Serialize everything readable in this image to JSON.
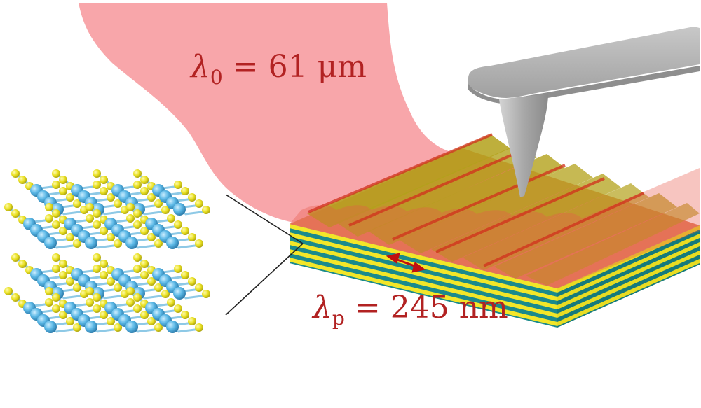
{
  "labels": {
    "free_wavelength": {
      "symbol": "λ",
      "subscript": "0",
      "relation": "=",
      "value": "61",
      "unit": "μm"
    },
    "plasmon_wavelength": {
      "symbol": "λ",
      "subscript": "p",
      "relation": "=",
      "value": "245",
      "unit": "nm"
    }
  },
  "colors": {
    "beam": "#f8a1a5",
    "text": "#b22222",
    "layer_yellow": "#f2e629",
    "layer_teal": "#1a8a8c",
    "wave_orange": "#e4805f",
    "tip_gray": "#b8b8b8",
    "atom_yellow": "#e9e021",
    "atom_blue": "#5bb8e6",
    "arrow": "#c01010"
  },
  "icons": [
    "afm-tip-icon",
    "crystal-lattice-icon",
    "double-arrow-icon"
  ]
}
